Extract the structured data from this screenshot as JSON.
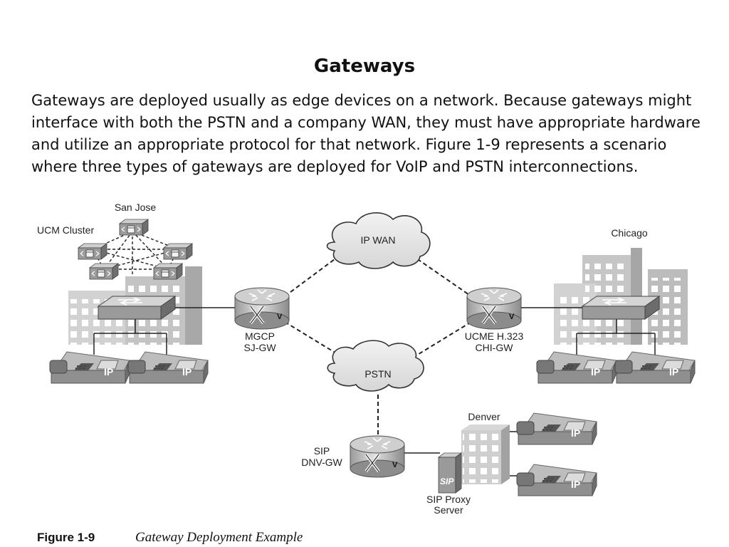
{
  "slide": {
    "title": "Gateways",
    "body": "Gateways are deployed usually as edge devices on a network. Because gateways might interface with both the PSTN and a company WAN, they must have appropriate hardware and utilize an appropriate protocol for that network. Figure 1-9 represents a scenario where three types of gateways are deployed for VoIP and PSTN interconnections."
  },
  "diagram": {
    "sites": {
      "san_jose": "San Jose",
      "chicago": "Chicago",
      "denver": "Denver"
    },
    "ucm_cluster": "UCM Cluster",
    "clouds": {
      "ip_wan": "IP WAN",
      "pstn": "PSTN"
    },
    "gateways": {
      "sj": {
        "line1": "MGCP",
        "line2": "SJ-GW"
      },
      "chi": {
        "line1": "UCME H.323",
        "line2": "CHI-GW"
      },
      "dnv": {
        "line1": "SIP",
        "line2": "DNV-GW"
      }
    },
    "proxy": {
      "line1": "SIP Proxy",
      "line2": "Server",
      "badge": "SIP"
    },
    "phone_label": "IP",
    "router_badge": "V"
  },
  "caption": {
    "number": "Figure 1-9",
    "text": "Gateway Deployment Example"
  }
}
